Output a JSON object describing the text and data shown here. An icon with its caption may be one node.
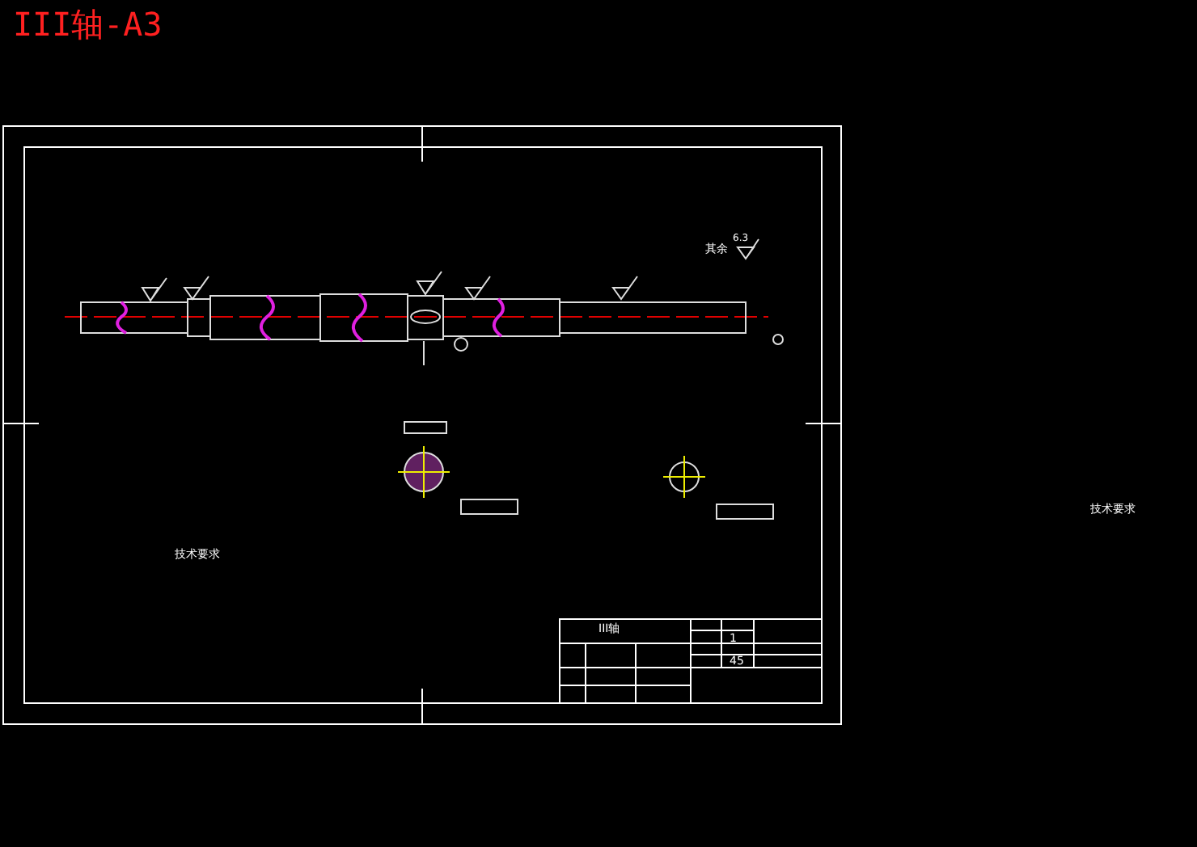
{
  "diagram": {
    "title": "III轴-A3",
    "labels": [
      "其余",
      "6.3",
      "技术要求",
      "III轴",
      "1",
      "45",
      "技术要求"
    ]
  }
}
